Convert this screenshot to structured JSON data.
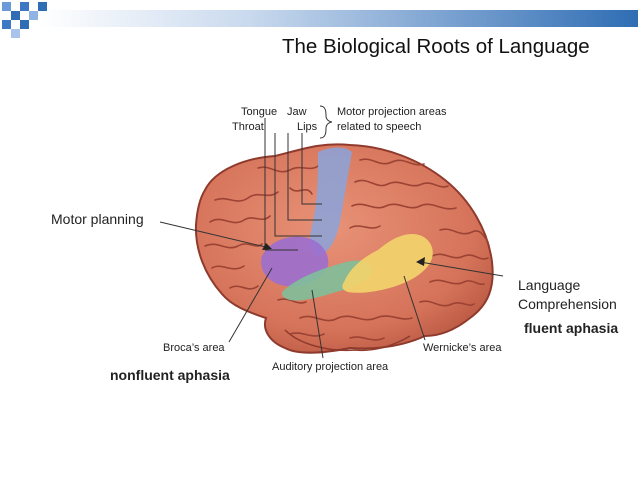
{
  "slide": {
    "title": "The Biological Roots of Language"
  },
  "diagram": {
    "top_labels": {
      "tongue": "Tongue",
      "jaw": "Jaw",
      "throat": "Throat",
      "lips": "Lips",
      "motor_projection_line1": "Motor projection areas",
      "motor_projection_line2": "related to speech"
    },
    "side_labels": {
      "motor_planning": "Motor planning",
      "language": "Language",
      "comprehension": "Comprehension",
      "fluent_aphasia": "fluent aphasia",
      "brocas_area": "Broca’s area",
      "nonfluent_aphasia": "nonfluent aphasia",
      "auditory_projection": "Auditory projection area",
      "wernickes_area": "Wernicke’s area"
    },
    "colors": {
      "brain": "#d9795f",
      "brain_dark": "#a6463a",
      "motor_strip": "#8aa3dc",
      "broca": "#9b6fcf",
      "auditory": "#7fbf9a",
      "wernicke": "#f2d36b",
      "header_blue": "#2f6db4"
    }
  }
}
